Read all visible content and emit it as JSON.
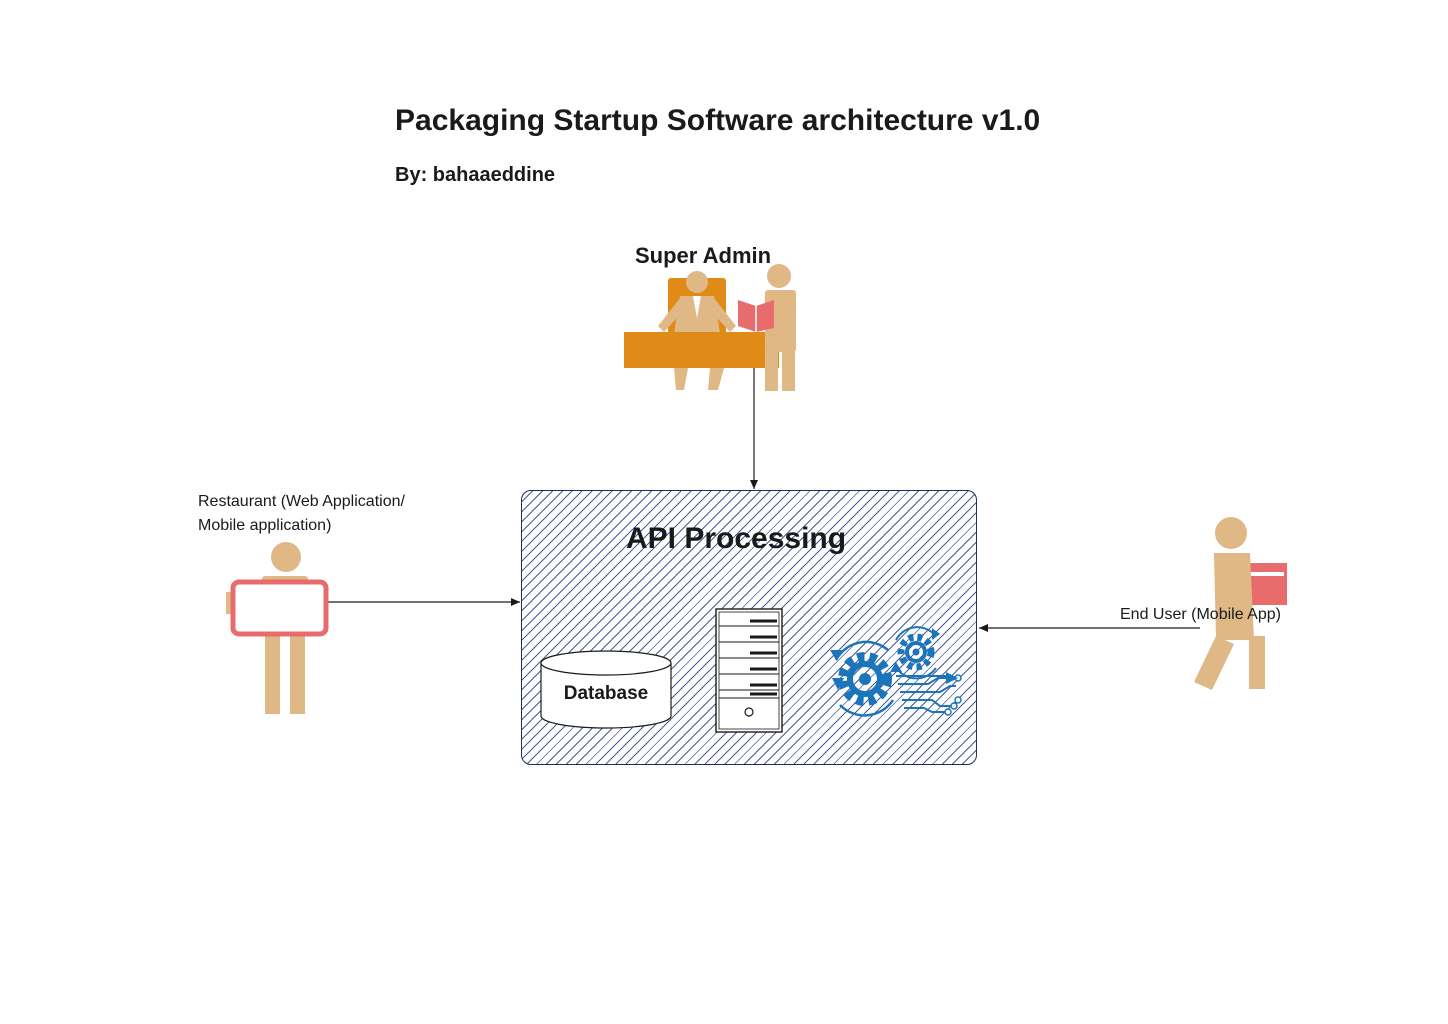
{
  "header": {
    "title": "Packaging Startup Software architecture v1.0",
    "author": "By: bahaaeddine"
  },
  "actors": {
    "super_admin": {
      "label": "Super Admin",
      "icon": "office-desk-people-icon"
    },
    "restaurant": {
      "label_line1": "Restaurant (Web Application/",
      "label_line2": "Mobile application)",
      "icon": "person-holding-board-icon"
    },
    "end_user": {
      "label": "End User (Mobile App)",
      "icon": "person-carrying-box-icon"
    }
  },
  "api_box": {
    "title": "API Processing",
    "components": {
      "database": {
        "label": "Database",
        "icon": "database-cylinder-icon"
      },
      "server": {
        "icon": "server-rack-icon"
      },
      "processing": {
        "icon": "gears-circuit-icon"
      }
    }
  },
  "connections": [
    {
      "from": "Super Admin",
      "to": "API Processing"
    },
    {
      "from": "Restaurant",
      "to": "API Processing"
    },
    {
      "from": "End User",
      "to": "API Processing"
    }
  ],
  "colors": {
    "figure_tan": "#dfb886",
    "desk_orange": "#e08a18",
    "accent_red": "#e86c6c",
    "box_border": "#1f2d5a",
    "hatch": "#4a5a9c",
    "gear_blue": "#1b75bb"
  }
}
